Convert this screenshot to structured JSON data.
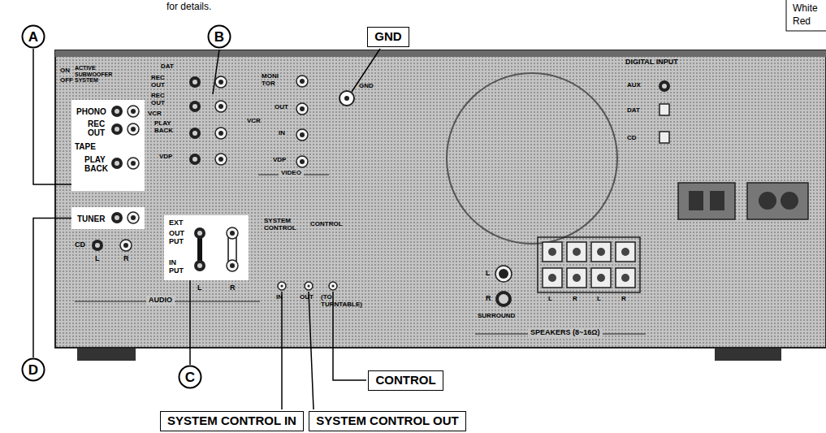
{
  "diagram": {
    "nodes": [
      {
        "text": [
          "A"
        ]
      },
      {
        "text": [
          "B"
        ]
      },
      {
        "text": [
          "GND"
        ]
      },
      {
        "text": [
          "PHONO",
          "REC OUT",
          "TAPE",
          "PLAY BACK"
        ]
      },
      {
        "text": [
          "TUNER"
        ]
      },
      {
        "text": [
          "EXT",
          "OUT PUT",
          "IN PUT"
        ]
      },
      {
        "text": [
          "D"
        ]
      },
      {
        "text": [
          "C"
        ]
      },
      {
        "text": [
          "CONTROL"
        ]
      },
      {
        "text": [
          "SYSTEM CONTROL IN"
        ]
      },
      {
        "text": [
          "SYSTEM CONTROL OUT"
        ]
      }
    ],
    "edges": [
      {
        "from": 0,
        "to": 3,
        "arrow": "none"
      },
      {
        "from": 6,
        "to": 4,
        "arrow": "none"
      },
      {
        "from": 7,
        "to": 5,
        "arrow": "none"
      }
    ],
    "labels": [
      "for details.",
      "White",
      "Red",
      "ON",
      "OFF",
      "ACTIVE SUBWOOFER SYSTEM",
      "DAT",
      "REC OUT",
      "REC OUT",
      "VCR",
      "PLAY BACK",
      "VDP",
      "CD",
      "L",
      "R",
      "L",
      "R",
      "AUDIO",
      "MONI TOR",
      "VCR",
      "OUT",
      "IN",
      "VDP",
      "VIDEO",
      "GND",
      "DIGITAL INPUT",
      "AUX",
      "DAT",
      "CD",
      "SYSTEM CONTROL",
      "CONTROL",
      "IN",
      "OUT",
      "(TO TURNTABLE)",
      "L",
      "R",
      "SURROUND",
      "L",
      "R",
      "L",
      "R",
      "SPEAKERS (8~16Ω)"
    ]
  }
}
